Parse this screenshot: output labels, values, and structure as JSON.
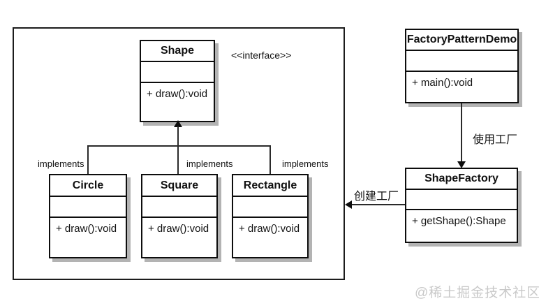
{
  "diagram": {
    "type": "uml-class-diagram",
    "stereotype": "<<interface>>",
    "classes": {
      "shape": {
        "name": "Shape",
        "attributes": "",
        "methods": "+ draw():void"
      },
      "circle": {
        "name": "Circle",
        "attributes": "",
        "methods": "+ draw():void"
      },
      "square": {
        "name": "Square",
        "attributes": "",
        "methods": "+ draw():void"
      },
      "rectangle": {
        "name": "Rectangle",
        "attributes": "",
        "methods": "+ draw():void"
      },
      "factory_pattern_demo": {
        "name": "FactoryPatternDemo",
        "attributes": "",
        "methods": "+ main():void"
      },
      "shape_factory": {
        "name": "ShapeFactory",
        "attributes": "",
        "methods": "+ getShape():Shape"
      }
    },
    "relations": {
      "implements_left": "implements",
      "implements_middle": "implements",
      "implements_right": "implements",
      "use_factory": "使用工厂",
      "create_factory": "创建工厂"
    },
    "watermark": "@稀土掘金技术社区",
    "colors": {
      "line": "#1c1c1c",
      "box_border": "#0d0d0d",
      "shadow": "#b3b3b3",
      "watermark": "#c9c9c9",
      "background": "#ffffff"
    }
  }
}
